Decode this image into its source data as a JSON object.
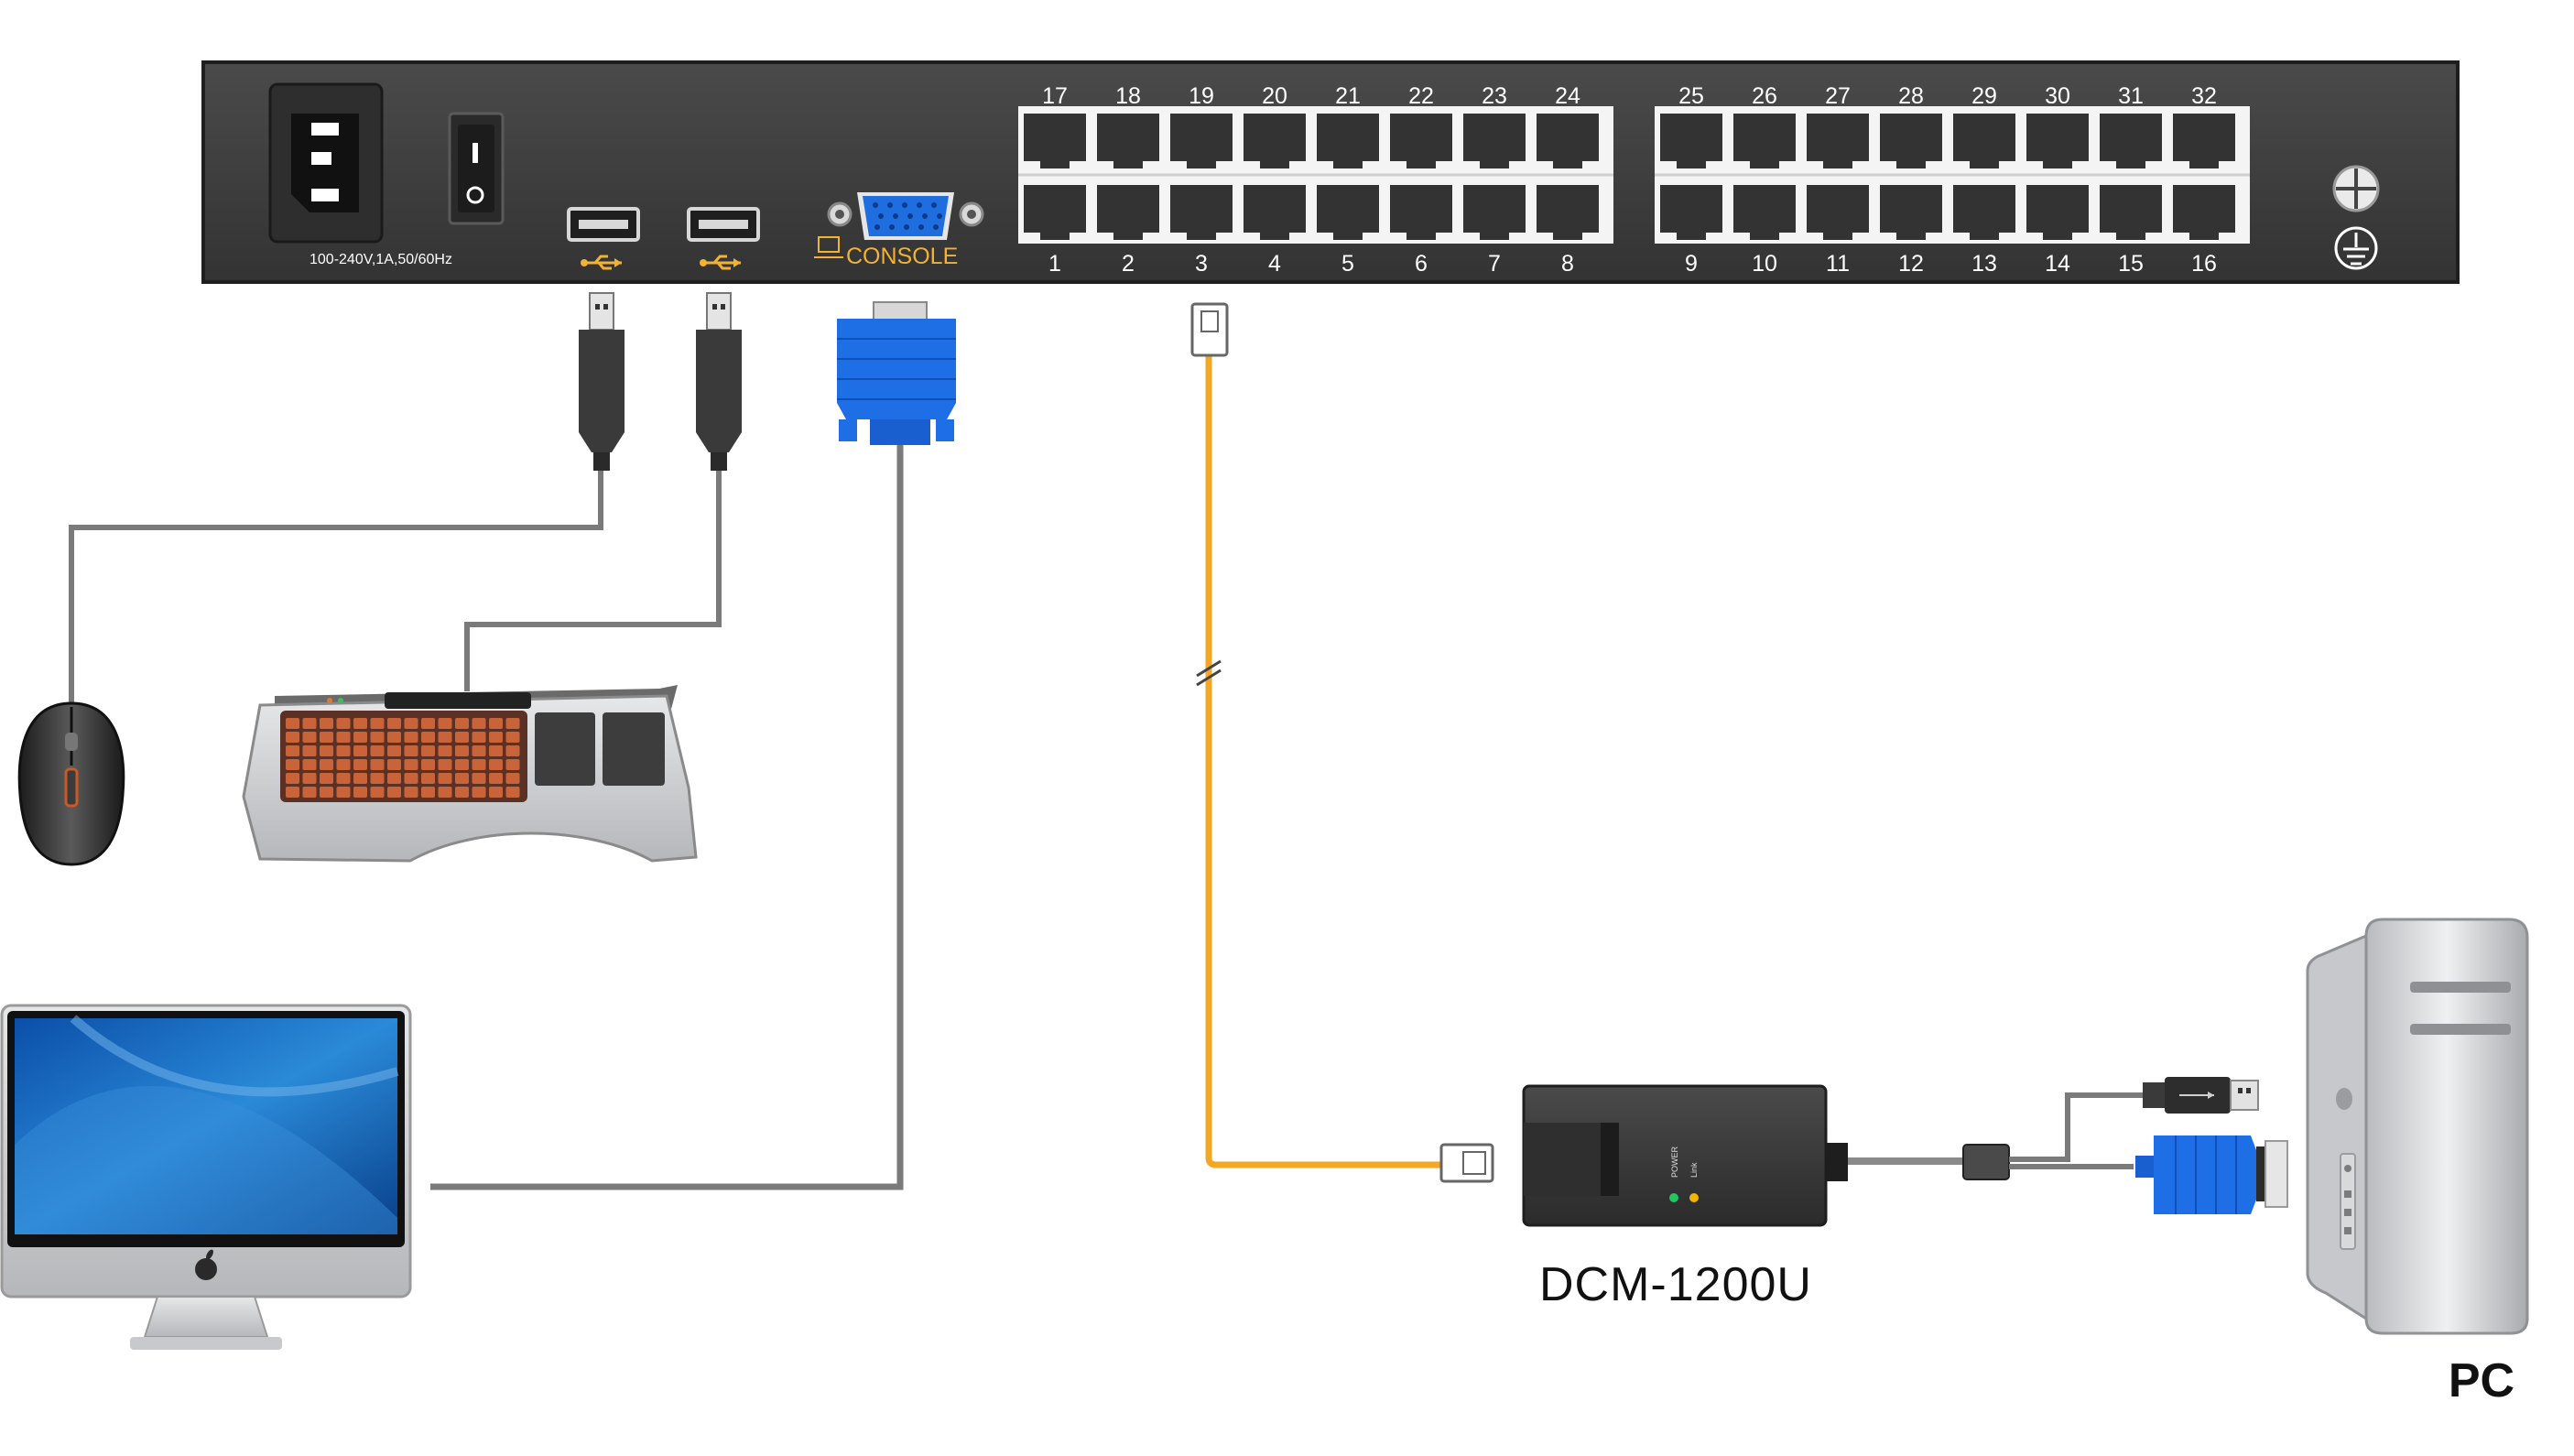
{
  "kvm_switch": {
    "power_rating": "100-240V,1A,50/60Hz",
    "console_label": "CONSOLE",
    "ports_top_bank_a": [
      "17",
      "18",
      "19",
      "20",
      "21",
      "22",
      "23",
      "24"
    ],
    "ports_bottom_bank_a": [
      "1",
      "2",
      "3",
      "4",
      "5",
      "6",
      "7",
      "8"
    ],
    "ports_top_bank_b": [
      "25",
      "26",
      "27",
      "28",
      "29",
      "30",
      "31",
      "32"
    ],
    "ports_bottom_bank_b": [
      "9",
      "10",
      "11",
      "12",
      "13",
      "14",
      "15",
      "16"
    ]
  },
  "adapter": {
    "model": "DCM-1200U",
    "led_power": "POWER",
    "led_link": "Link",
    "power_led_color": "#22c55e",
    "link_led_color": "#f5b400"
  },
  "computer": {
    "label": "PC"
  },
  "colors": {
    "chassis": "#404040",
    "cat_cable": "#f5a623",
    "vga_blue": "#1e6fe6",
    "gray_cable": "#7a7a7a"
  }
}
